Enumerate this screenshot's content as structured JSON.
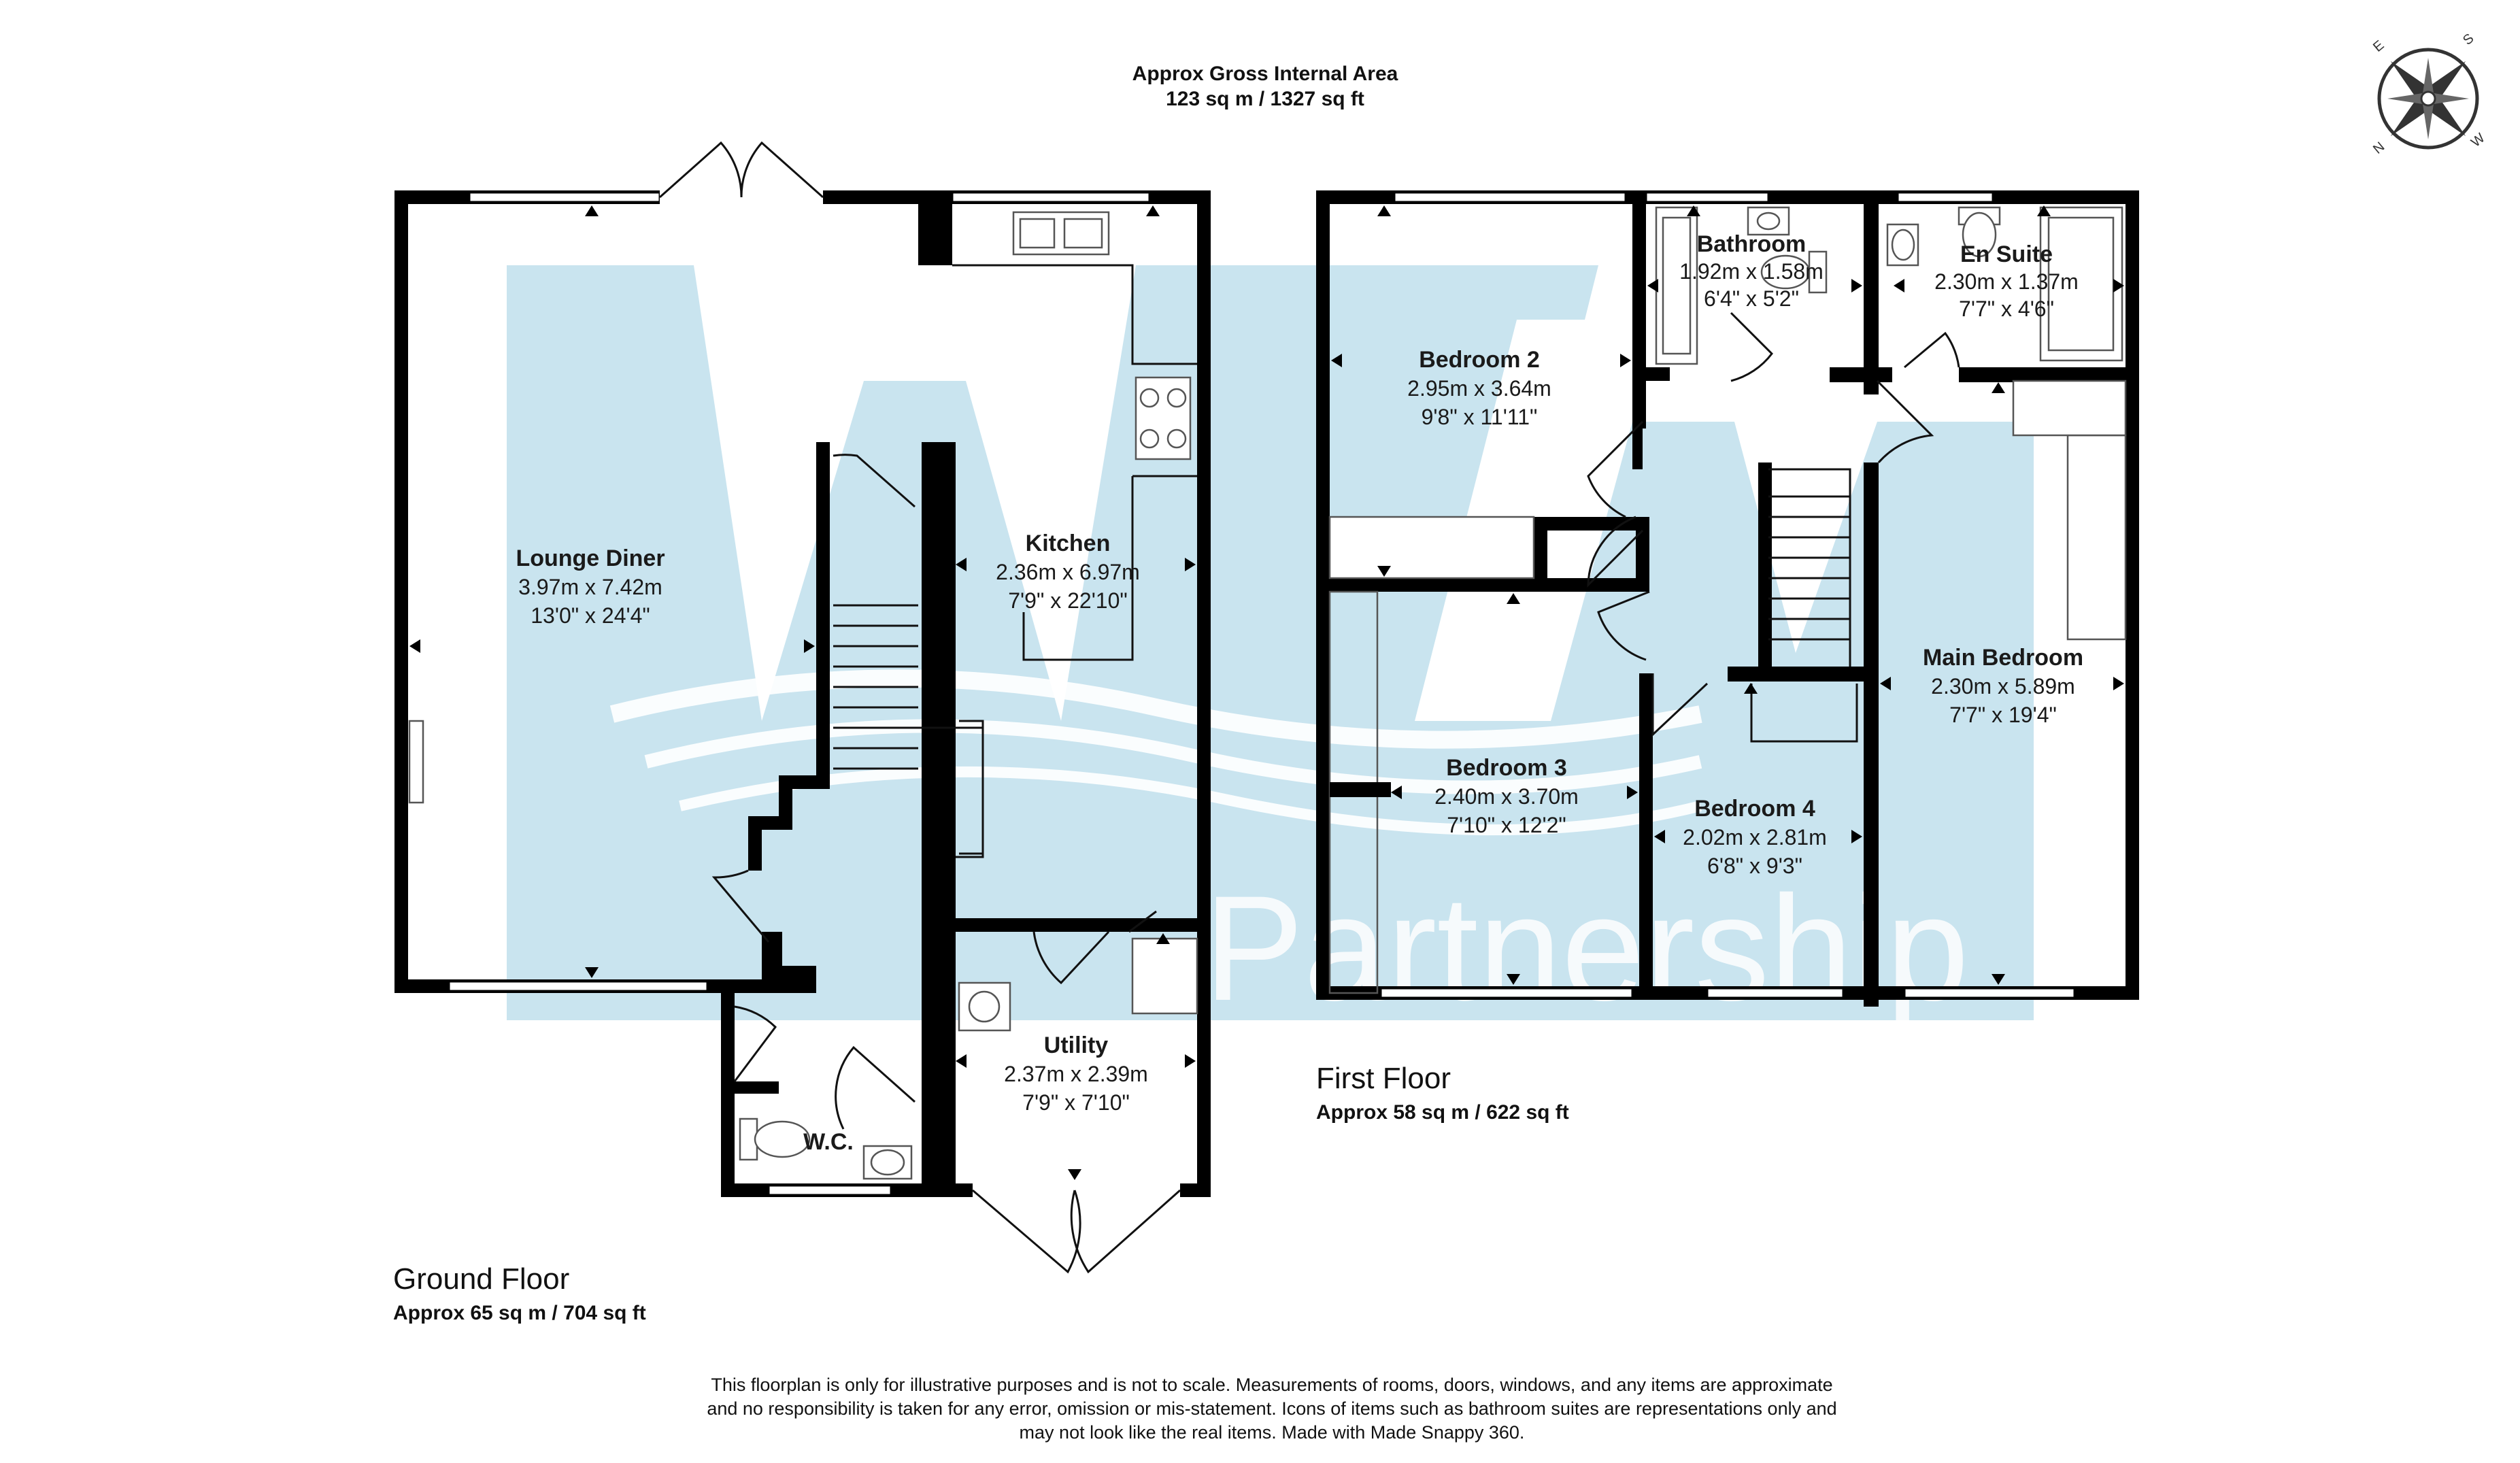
{
  "header": {
    "line1": "Approx Gross Internal Area",
    "line2": "123 sq m / 1327 sq ft"
  },
  "watermark": {
    "logo": "WAG",
    "text": "Partnership",
    "color": "#c9e4ef"
  },
  "ground_floor": {
    "title": "Ground Floor",
    "area": "Approx 65 sq m / 704 sq ft",
    "rooms": {
      "lounge": {
        "name": "Lounge Diner",
        "metric": "3.97m x 7.42m",
        "imperial": "13'0\" x 24'4\""
      },
      "kitchen": {
        "name": "Kitchen",
        "metric": "2.36m x 6.97m",
        "imperial": "7'9\" x 22'10\""
      },
      "utility": {
        "name": "Utility",
        "metric": "2.37m x 2.39m",
        "imperial": "7'9\" x 7'10\""
      },
      "wc": {
        "name": "W.C."
      }
    }
  },
  "first_floor": {
    "title": "First Floor",
    "area": "Approx 58 sq m / 622 sq ft",
    "rooms": {
      "bedroom2": {
        "name": "Bedroom 2",
        "metric": "2.95m x 3.64m",
        "imperial": "9'8\" x 11'11\""
      },
      "bathroom": {
        "name": "Bathroom",
        "metric": "1.92m x 1.58m",
        "imperial": "6'4\" x 5'2\""
      },
      "ensuite": {
        "name": "En Suite",
        "metric": "2.30m x 1.37m",
        "imperial": "7'7\" x 4'6\""
      },
      "bedroom3": {
        "name": "Bedroom 3",
        "metric": "2.40m x 3.70m",
        "imperial": "7'10\" x 12'2\""
      },
      "bedroom4": {
        "name": "Bedroom 4",
        "metric": "2.02m x 2.81m",
        "imperial": "6'8\" x 9'3\""
      },
      "main": {
        "name": "Main Bedroom",
        "metric": "2.30m x 5.89m",
        "imperial": "7'7\" x 19'4\""
      }
    }
  },
  "compass": {
    "icon": "compass-rose-icon",
    "letters": [
      "N",
      "E",
      "S",
      "W"
    ]
  },
  "disclaimer": {
    "line1": "This floorplan is only for illustrative purposes and is not to scale. Measurements of rooms, doors, windows, and any items are approximate",
    "line2": "and no responsibility is taken for any error, omission or mis-statement. Icons of items such as bathroom suites are representations only and",
    "line3": "may not look like the real items. Made with Made Snappy 360."
  }
}
